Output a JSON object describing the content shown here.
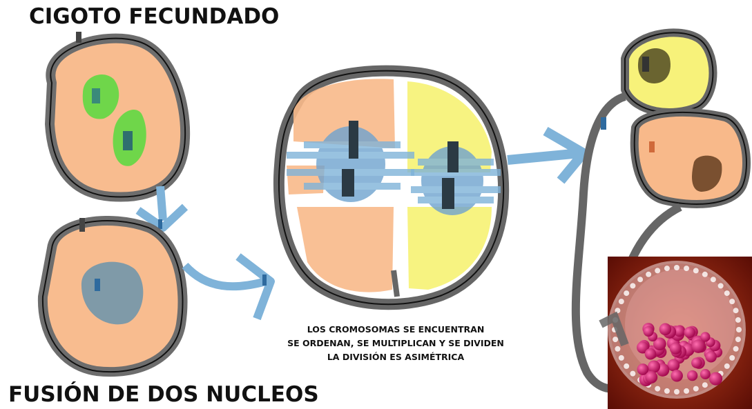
{
  "titles": {
    "top": "CIGOTO FECUNDADO",
    "bottom": "FUSIÓN DE DOS NUCLEOS"
  },
  "caption": {
    "line1": "LOS CROMOSOMAS SE ENCUENTRAN",
    "line2": "SE ORDENAN, SE MULTIPLICAN Y SE DIVIDEN",
    "line3": "LA DIVISIÓN ES ASIMÉTRICA"
  },
  "colors": {
    "cytoplasm": "#f8b98a",
    "pronucleus": "#6fd64a",
    "fused_nucleus": "#7f9aa8",
    "yellow_cell": "#f7f27a",
    "arrow": "#7fb3d9",
    "outline": "#555555"
  }
}
